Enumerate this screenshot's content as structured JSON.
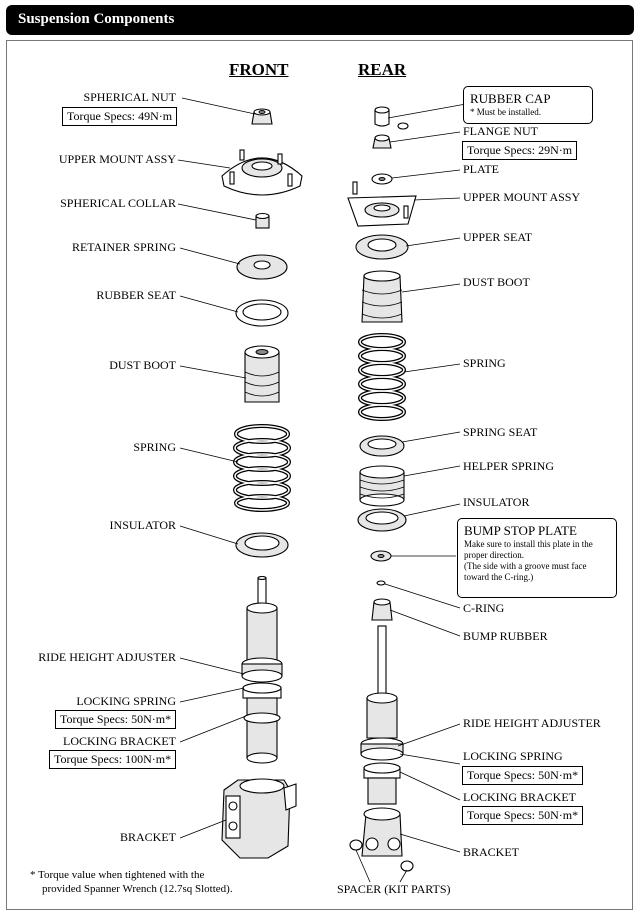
{
  "header": {
    "title": "Suspension Components"
  },
  "columns": {
    "front": "FRONT",
    "rear": "REAR"
  },
  "front": {
    "spherical_nut": "SPHERICAL NUT",
    "spherical_nut_torque": "Torque Specs: 49N·m",
    "upper_mount": "UPPER MOUNT ASSY",
    "spherical_collar": "SPHERICAL COLLAR",
    "retainer_spring": "RETAINER SPRING",
    "rubber_seat": "RUBBER SEAT",
    "dust_boot": "DUST BOOT",
    "spring": "SPRING",
    "insulator": "INSULATOR",
    "ride_height": "RIDE HEIGHT ADJUSTER",
    "locking_spring": "LOCKING SPRING",
    "locking_spring_torque": "Torque Specs: 50N·m*",
    "locking_bracket": "LOCKING BRACKET",
    "locking_bracket_torque": "Torque Specs: 100N·m*",
    "bracket": "BRACKET"
  },
  "rear": {
    "rubber_cap": "RUBBER CAP",
    "rubber_cap_note": "* Must be installed.",
    "flange_nut": "FLANGE NUT",
    "flange_nut_torque": "Torque Specs: 29N·m",
    "plate": "PLATE",
    "upper_mount": "UPPER MOUNT ASSY",
    "upper_seat": "UPPER  SEAT",
    "dust_boot": "DUST BOOT",
    "spring": "SPRING",
    "spring_seat": "SPRING SEAT",
    "helper_spring": "HELPER SPRING",
    "insulator": "INSULATOR",
    "bump_stop_plate": "BUMP STOP PLATE",
    "bump_stop_note1": "Make sure to install this plate in the",
    "bump_stop_note2": "proper direction.",
    "bump_stop_note3": "(The side with a groove must face",
    "bump_stop_note4": "toward the C-ring.)",
    "c_ring": "C-RING",
    "bump_rubber": "BUMP RUBBER",
    "ride_height": "RIDE HEIGHT ADJUSTER",
    "locking_spring": "LOCKING SPRING",
    "locking_spring_torque": "Torque Specs: 50N·m*",
    "locking_bracket": "LOCKING BRACKET",
    "locking_bracket_torque": "Torque Specs: 50N·m*",
    "bracket": "BRACKET",
    "spacer": "SPACER (KIT PARTS)"
  },
  "footnote": {
    "line1": "* Torque value when tightened with the",
    "line2": "provided Spanner Wrench (12.7sq Slotted)."
  }
}
